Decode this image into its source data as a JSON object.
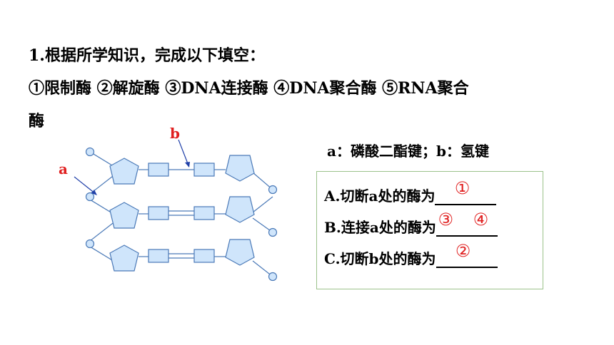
{
  "question": {
    "title": "1.根据所学知识，完成以下填空：",
    "options_line1": "①限制酶 ②解旋酶 ③DNA连接酶 ④DNA聚合酶 ⑤RNA聚合",
    "options_line2": "酶"
  },
  "legend": "a：磷酸二酯键；b：氢键",
  "diagram": {
    "label_a": "a",
    "label_b": "b"
  },
  "answers": {
    "A": {
      "prompt": "A.切断a处的酶为",
      "answer": "①"
    },
    "B": {
      "prompt": "B.连接a处的酶为",
      "answer": "③ ④"
    },
    "C": {
      "prompt": "C.切断b处的酶为",
      "answer": "②"
    }
  },
  "colors": {
    "shape_fill": "#cfe5fb",
    "shape_stroke": "#4a79b7",
    "label_red": "#e02020",
    "arrow_blue": "#1f3fa8",
    "box_border": "#9bc28a"
  }
}
